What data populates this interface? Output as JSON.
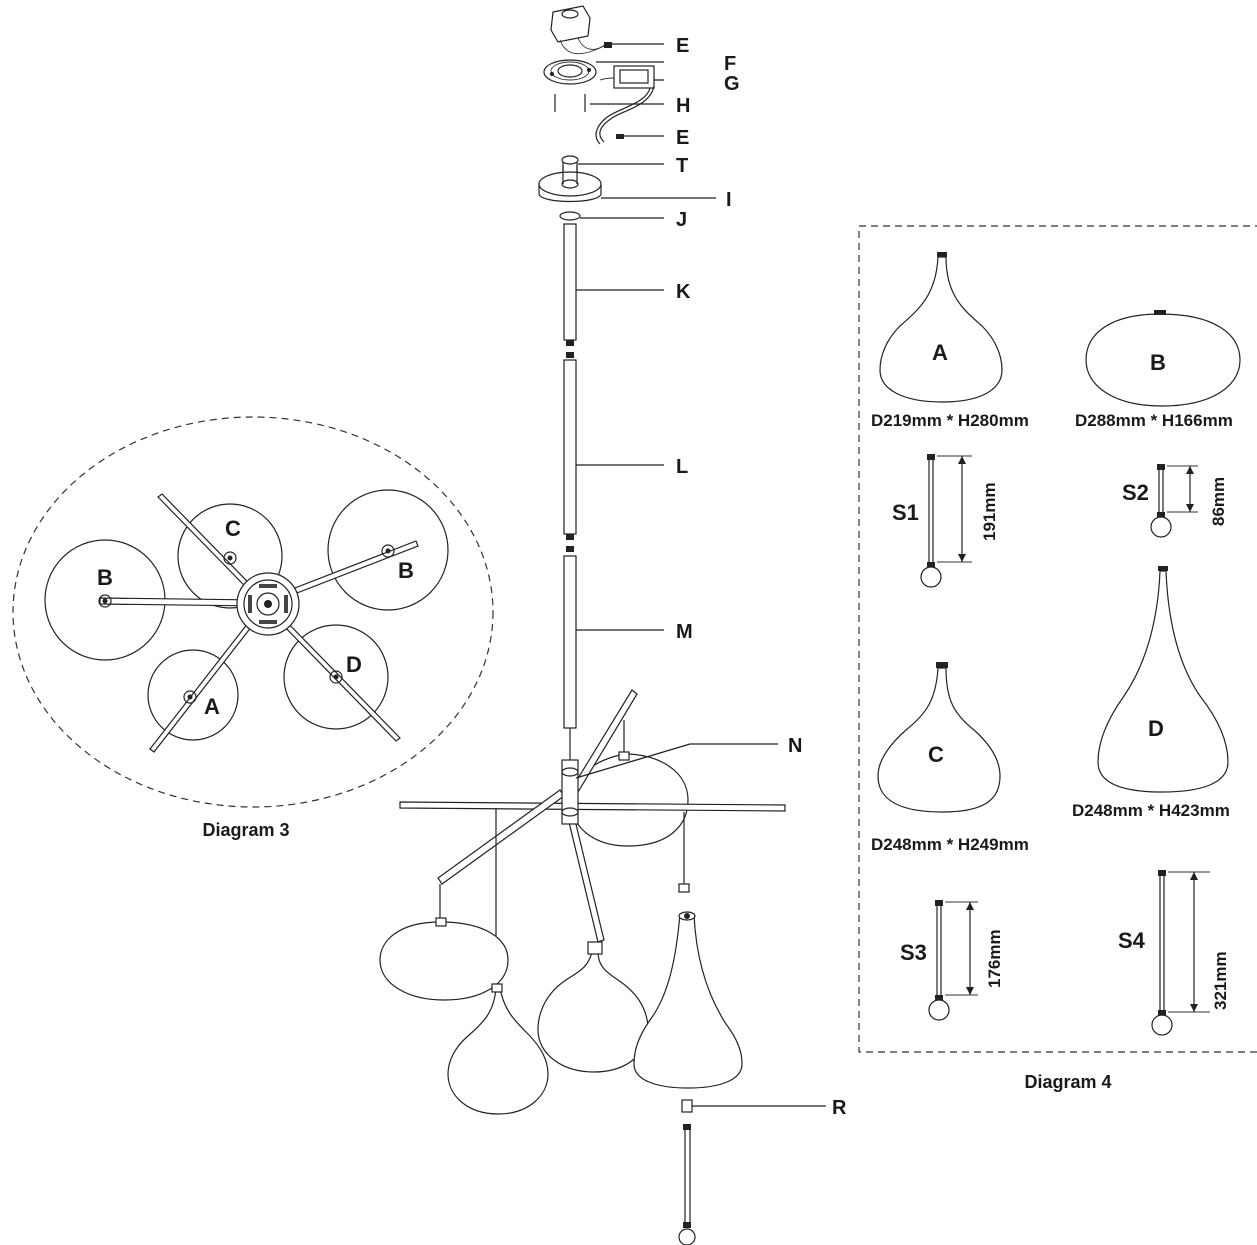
{
  "part_labels": {
    "E1": "E",
    "F": "F",
    "G": "G",
    "H": "H",
    "E2": "E",
    "T": "T",
    "I": "I",
    "J": "J",
    "K": "K",
    "L": "L",
    "M": "M",
    "N": "N",
    "R": "R"
  },
  "diagram3": {
    "caption": "Diagram 3",
    "shades": {
      "A": "A",
      "B_left": "B",
      "B_right": "B",
      "C": "C",
      "D": "D"
    }
  },
  "diagram4": {
    "caption": "Diagram 4",
    "shades": [
      {
        "id": "A",
        "size": "D219mm * H280mm"
      },
      {
        "id": "B",
        "size": "D288mm * H166mm"
      },
      {
        "id": "C",
        "size": "D248mm * H249mm"
      },
      {
        "id": "D",
        "size": "D248mm * H423mm"
      }
    ],
    "stems": [
      {
        "id": "S1",
        "length": "191mm"
      },
      {
        "id": "S2",
        "length": "86mm"
      },
      {
        "id": "S3",
        "length": "176mm"
      },
      {
        "id": "S4",
        "length": "321mm"
      }
    ]
  }
}
